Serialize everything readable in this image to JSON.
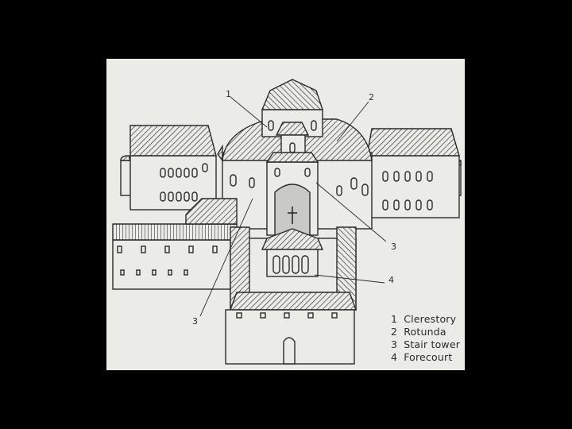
{
  "legend": [
    {
      "num": "1",
      "label": "Clerestory"
    },
    {
      "num": "2",
      "label": "Rotunda"
    },
    {
      "num": "3",
      "label": "Stair tower"
    },
    {
      "num": "4",
      "label": "Forecourt"
    }
  ],
  "callouts": {
    "c1": "1",
    "c2": "2",
    "c3_right": "3",
    "c3_left": "3",
    "c4": "4"
  },
  "colors": {
    "background": "#000000",
    "paper": "#ebebe8",
    "ink": "#2a2a2a"
  }
}
